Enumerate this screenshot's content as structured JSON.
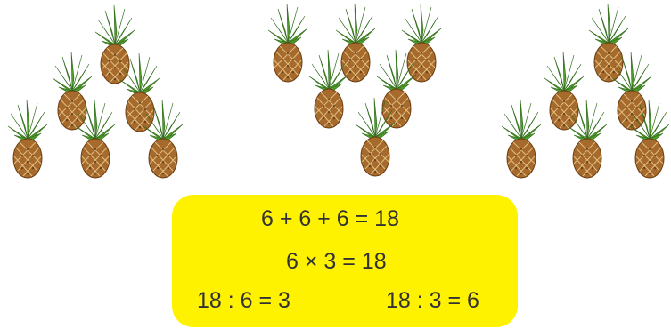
{
  "colors": {
    "box_background": "#fff200",
    "text": "#333333",
    "pineapple_body": "#a66a2c",
    "pineapple_leaves": "#4e9a2a"
  },
  "pineapple_groups": [
    {
      "name": "left-group",
      "count": 6,
      "icon": "pineapple-icon"
    },
    {
      "name": "middle-group",
      "count": 6,
      "icon": "pineapple-icon"
    },
    {
      "name": "right-group",
      "count": 6,
      "icon": "pineapple-icon"
    }
  ],
  "equations": {
    "addition": "6 + 6 + 6 = 18",
    "multiplication": "6 × 3 = 18",
    "division_by_6": "18 : 6 = 3",
    "division_by_3": "18 : 3 = 6"
  }
}
